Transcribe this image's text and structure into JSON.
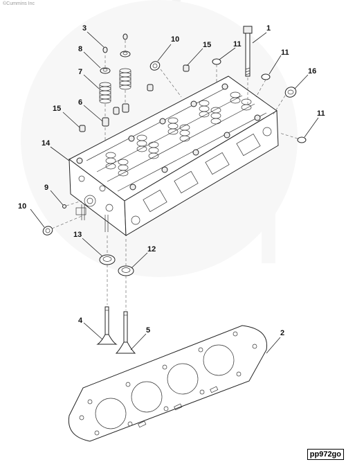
{
  "copyright": "©Cummins Inc",
  "watermark": "Cummins",
  "figure_id": "pp972go",
  "callouts": {
    "c1": "1",
    "c2": "2",
    "c3": "3",
    "c4": "4",
    "c5": "5",
    "c6": "6",
    "c7": "7",
    "c8": "8",
    "c9": "9",
    "c10a": "10",
    "c10b": "10",
    "c11a": "11",
    "c11b": "11",
    "c11c": "11",
    "c12": "12",
    "c13": "13",
    "c14": "14",
    "c15a": "15",
    "c15b": "15",
    "c16": "16"
  }
}
